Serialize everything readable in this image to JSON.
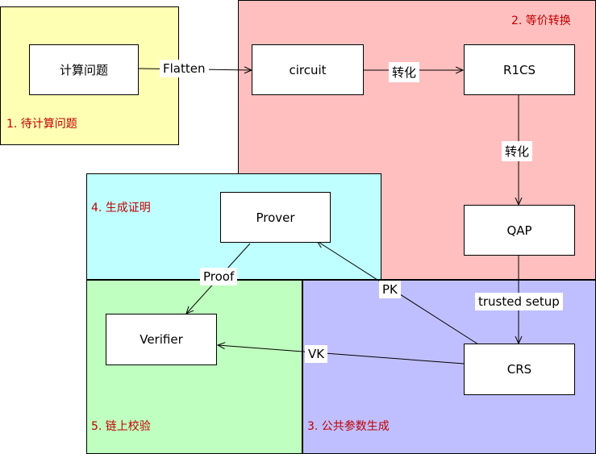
{
  "colors": {
    "region_problem": "#ffffb3",
    "region_transform": "#ffbfbf",
    "region_prove": "#bfffff",
    "region_verify": "#bfffbf",
    "region_setup": "#bfbfff",
    "label_color": "#c00000"
  },
  "regions": {
    "problem": "1. 待计算问题",
    "transform": "2. 等价转换",
    "setup": "3. 公共参数生成",
    "prove": "4. 生成证明",
    "verify": "5. 链上校验"
  },
  "nodes": {
    "problem": "计算问题",
    "circuit": "circuit",
    "r1cs": "R1CS",
    "qap": "QAP",
    "crs": "CRS",
    "prover": "Prover",
    "verifier": "Verifier"
  },
  "edges": {
    "flatten": "Flatten",
    "circuit_to_r1cs": "转化",
    "r1cs_to_qap": "转化",
    "trusted_setup": "trusted setup",
    "pk": "PK",
    "vk": "VK",
    "proof": "Proof"
  }
}
